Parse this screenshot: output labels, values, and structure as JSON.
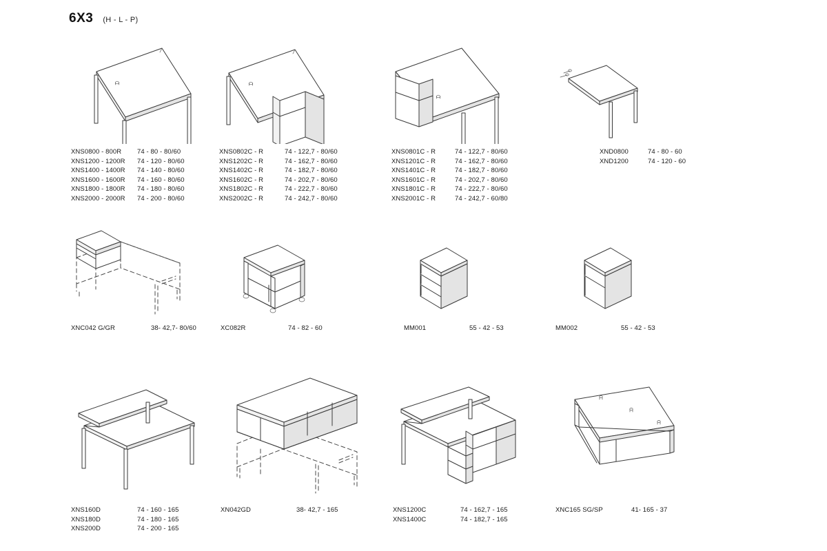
{
  "header": {
    "title": "6X3",
    "subtitle": "(H - L - P)"
  },
  "products": [
    {
      "id": "desk-straight",
      "rows": [
        {
          "code": "XNS0800 -  800R",
          "dim": "74 -  80 -  80/60"
        },
        {
          "code": "XNS1200 - 1200R",
          "dim": "74 - 120 - 80/60"
        },
        {
          "code": "XNS1400 - 1400R",
          "dim": "74 - 140 - 80/60"
        },
        {
          "code": "XNS1600 - 1600R",
          "dim": "74 - 160 - 80/60"
        },
        {
          "code": "XNS1800 - 1800R",
          "dim": "74 - 180 - 80/60"
        },
        {
          "code": "XNS2000 - 2000R",
          "dim": "74 - 200 - 80/60"
        }
      ]
    },
    {
      "id": "desk-pedestal-right",
      "rows": [
        {
          "code": "XNS0802C - R",
          "dim": "74 - 122,7 - 80/60"
        },
        {
          "code": "XNS1202C - R",
          "dim": "74 - 162,7 - 80/60"
        },
        {
          "code": "XNS1402C - R",
          "dim": "74 - 182,7 - 80/60"
        },
        {
          "code": "XNS1602C - R",
          "dim": "74 - 202,7 - 80/60"
        },
        {
          "code": "XNS1802C - R",
          "dim": "74 - 222,7 - 80/60"
        },
        {
          "code": "XNS2002C - R",
          "dim": "74 - 242,7 - 80/60"
        }
      ]
    },
    {
      "id": "desk-pedestal-left",
      "rows": [
        {
          "code": "XNS0801C - R",
          "dim": "74 - 122,7 -  80/60"
        },
        {
          "code": "XNS1201C - R",
          "dim": "74 - 162,7 -  80/60"
        },
        {
          "code": "XNS1401C - R",
          "dim": "74 - 182,7 -  80/60"
        },
        {
          "code": "XNS1601C - R",
          "dim": "74 - 202,7 -  80/60"
        },
        {
          "code": "XNS1801C - R",
          "dim": "74 - 222,7 -  80/60"
        },
        {
          "code": "XNS2001C - R",
          "dim": "74 - 242,7 -    60/80"
        }
      ]
    },
    {
      "id": "desk-return",
      "rows": [
        {
          "code": "XND0800",
          "dim": "74 -  80 - 60"
        },
        {
          "code": "XND1200",
          "dim": "74 - 120 - 60"
        }
      ]
    },
    {
      "id": "overhead-bridge",
      "rows": [
        {
          "code": "XNC042 G/GR",
          "dim": "38- 42,7- 80/60"
        }
      ]
    },
    {
      "id": "mobile-open-unit",
      "rows": [
        {
          "code": "XC082R",
          "dim": "74 - 82 - 60"
        }
      ]
    },
    {
      "id": "pedestal-three-drawer",
      "rows": [
        {
          "code": "MM001",
          "dim": "55 - 42 - 53"
        }
      ]
    },
    {
      "id": "pedestal-two-drawer",
      "rows": [
        {
          "code": "MM002",
          "dim": "55 - 42 - 53"
        }
      ]
    },
    {
      "id": "bench-double-desk",
      "rows": [
        {
          "code": "XNS160D",
          "dim": "74  - 160  - 165"
        },
        {
          "code": "XNS180D",
          "dim": "74  - 180  - 165"
        },
        {
          "code": "XNS200D",
          "dim": "74  - 200  - 165"
        }
      ]
    },
    {
      "id": "bench-overhead-bridge",
      "rows": [
        {
          "code": "XN042GD",
          "dim": "38- 42,7 - 165"
        }
      ]
    },
    {
      "id": "bench-desk-pedestals",
      "rows": [
        {
          "code": "XNS1200C",
          "dim": "74 - 162,7 - 165"
        },
        {
          "code": "XNS1400C",
          "dim": "74 - 182,7 - 165"
        }
      ]
    },
    {
      "id": "credenza-shelf",
      "rows": [
        {
          "code": "XNC165 SG/SP",
          "dim": "41- 165 -   37"
        }
      ]
    }
  ]
}
